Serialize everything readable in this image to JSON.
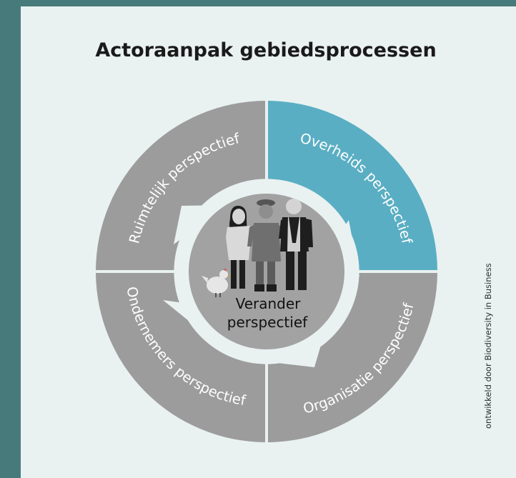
{
  "title": "Actoraanpak gebiedsprocessen",
  "segments": {
    "ruimtelijk": "Ruimtelijk perspectief",
    "overheids": "Overheids perspectief",
    "ondernemers": "Ondernemers perspectief",
    "organisatie": "Organisatie perspectief"
  },
  "center": {
    "line1": "Verander",
    "line2": "perspectief"
  },
  "credit": "ontwikkeld door Biodiversity in Business",
  "colors": {
    "background_outer": "#477b7b",
    "panel": "#e9f2f1",
    "segment_gray": "#9c9c9c",
    "segment_highlight": "#5aaec3",
    "center_circle": "#a2a2a2",
    "arrow_ring": "#e9f2f1"
  },
  "icons": [
    "woman-icon",
    "farmer-icon",
    "businessman-icon",
    "chicken-icon"
  ]
}
